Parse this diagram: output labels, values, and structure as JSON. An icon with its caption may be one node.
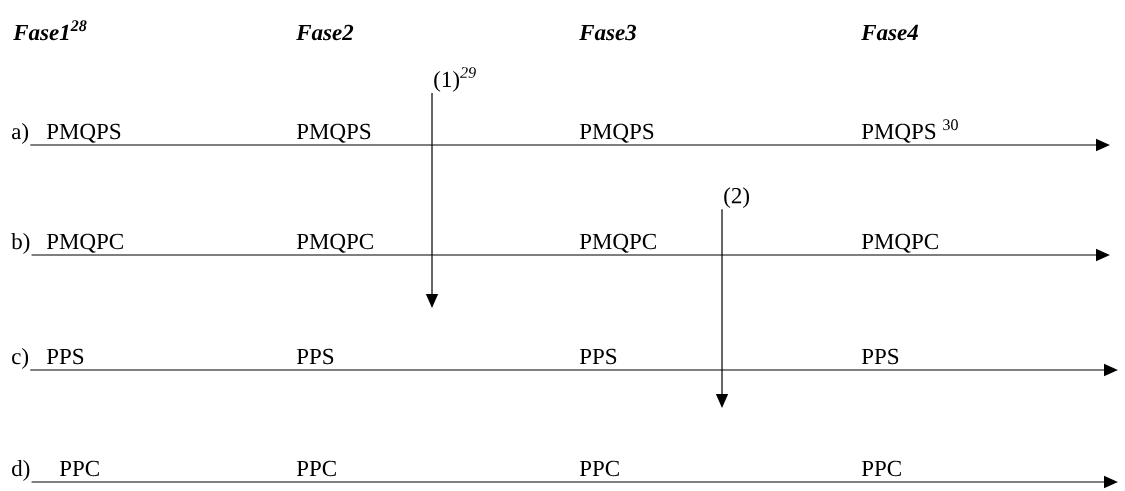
{
  "diagram": {
    "nodes": [
      {
        "text": [
          "a)"
        ]
      },
      {
        "text": [
          "b)"
        ]
      },
      {
        "text": [
          "c)"
        ]
      },
      {
        "text": [
          "d)"
        ]
      },
      {
        "text": [
          "(1)*$^{29}$*"
        ]
      },
      {
        "text": [
          "(2)"
        ]
      }
    ],
    "edges": [
      {
        "from": 0,
        "to": null,
        "arrow": "to"
      },
      {
        "from": 1,
        "to": null,
        "arrow": "to"
      },
      {
        "from": 2,
        "to": null,
        "arrow": "to"
      },
      {
        "from": 3,
        "to": null,
        "arrow": "to"
      },
      {
        "from": 4,
        "to": null,
        "arrow": "to"
      },
      {
        "from": 5,
        "to": null,
        "arrow": "to"
      }
    ],
    "labels": [
      "Fase1$^{28}$",
      "Fase2",
      "Fase3",
      "Fase4",
      "PMQPS",
      "PMQPS",
      "PMQPS",
      "PMQPS $^{30}$",
      "PMQPC",
      "PMQPC",
      "PMQPC",
      "PMQPC",
      "PPS",
      "PPS",
      "PPS",
      "PPS",
      "PPC",
      "PPC",
      "PPC",
      "PPC"
    ]
  }
}
